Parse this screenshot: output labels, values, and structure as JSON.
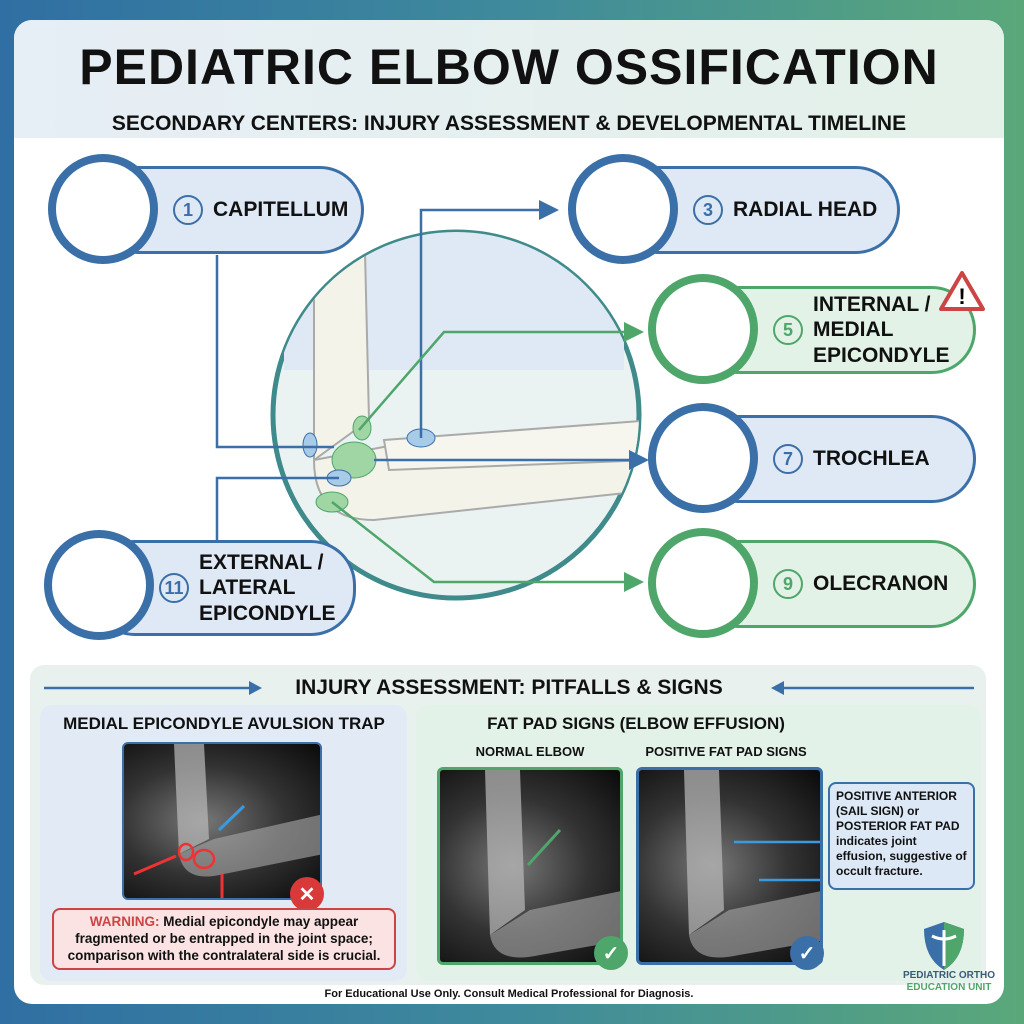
{
  "header": {
    "title": "PEDIATRIC ELBOW OSSIFICATION",
    "subtitle": "SECONDARY CENTERS: INJURY ASSESSMENT & DEVELOPMENTAL TIMELINE"
  },
  "centers": [
    {
      "number": "1",
      "label": "CAPITELLUM",
      "color": "blue"
    },
    {
      "number": "3",
      "label": "RADIAL HEAD",
      "color": "blue"
    },
    {
      "number": "5",
      "label": "INTERNAL / MEDIAL EPICONDYLE",
      "color": "green",
      "warning_icon": "warning-triangle-icon"
    },
    {
      "number": "7",
      "label": "TROCHLEA",
      "color": "blue"
    },
    {
      "number": "9",
      "label": "OLECRANON",
      "color": "green"
    },
    {
      "number": "11",
      "label": "EXTERNAL / LATERAL EPICONDYLE",
      "color": "blue"
    }
  ],
  "assessment": {
    "title": "INJURY ASSESSMENT: PITFALLS & SIGNS",
    "avulsion": {
      "title": "MEDIAL EPICONDYLE AVULSION TRAP",
      "status_icon": "x-icon",
      "warning_label": "WARNING:",
      "warning_text": "Medial epicondyle may appear fragmented or be entrapped in the joint space; comparison with the contralateral side is crucial."
    },
    "fat_pad": {
      "title": "FAT PAD SIGNS (ELBOW EFFUSION)",
      "normal_label": "NORMAL ELBOW",
      "positive_label": "POSITIVE FAT PAD SIGNS",
      "note_bold": "POSITIVE ANTERIOR (SAIL SIGN) or POSTERIOR FAT PAD",
      "note_text": "indicates joint effusion, suggestive of occult fracture."
    }
  },
  "logo": {
    "line1": "PEDIATRIC ORTHO",
    "line2": "EDUCATION UNIT"
  },
  "footer": "For Educational Use Only. Consult Medical Professional for Diagnosis.",
  "colors": {
    "blue": "#3a6fa8",
    "green": "#4fa66a",
    "warning": "#c44444"
  }
}
